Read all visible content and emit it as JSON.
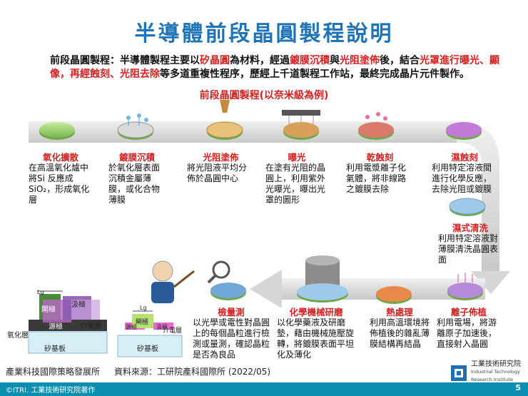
{
  "title": "半導體前段晶圓製程說明",
  "intro": {
    "p1": "前段晶圓製程：半導體製程主要以",
    "h1": "矽晶圓",
    "p2": "為材料，經過",
    "h2": "鍍膜沉積",
    "p3": "與",
    "h3": "光阻塗佈",
    "p4": "後，結合",
    "h4": "光罩進行曝光、顯像",
    "p5": "，",
    "h5": "再經蝕刻、光阻去除",
    "p6": "等多道重複性程序，歷經上千道製程工作站，最終完成晶片元件製作。"
  },
  "subtitle": "前段晶圓製程(以奈米級為例)",
  "steps": [
    {
      "name": "氧化擴散",
      "desc": "在高溫氧化爐中將Si 反應成SiO₂，形成氧化層"
    },
    {
      "name": "鍍膜沉積",
      "desc": "於氧化層表面沉積金屬薄膜，或化合物薄膜"
    },
    {
      "name": "光阻塗佈",
      "desc": "將光阻液平均分佈於晶圓中心"
    },
    {
      "name": "曝光",
      "desc": "在塗有光阻的晶圓上，利用紫外光曝光，曝出光罩的圖形"
    },
    {
      "name": "乾蝕刻",
      "desc": "利用電漿離子化氣體，將非線路之鍍膜去除"
    },
    {
      "name": "濕蝕刻",
      "desc": "利用特定溶液間進行化學反應，去除光阻或鍍膜"
    },
    {
      "name": "濕式清洗",
      "desc": "利用特定溶液對薄膜清洗晶圓表面"
    },
    {
      "name": "離子佈植",
      "desc": "利用電場，將游離原子加速後，直接射入晶圓"
    },
    {
      "name": "熱處理",
      "desc": "利用高溫環境將佈植後的雜亂薄膜結構再結晶"
    },
    {
      "name": "化學機械研磨",
      "desc": "以化學藥液及研磨墊，藉由機械施壓旋轉，將鍍膜表面平坦化及薄化"
    },
    {
      "name": "檢量測",
      "desc": "以光學或電性對晶圓上的每個晶粒進行檢測或量測，確認晶粒是否為良品"
    }
  ],
  "transistor": {
    "lg": "Lg",
    "gate": "閘極",
    "source": "源極",
    "drain": "汲極",
    "dielectric": "介電層",
    "oxide": "氧化層",
    "substrate": "矽基板"
  },
  "transistor2": {
    "lg": "Lg",
    "gate": "閘極",
    "dielectric": "介電層",
    "source": "源極",
    "drain": "汲極",
    "substrate": "矽基板"
  },
  "source_org": "產業科技國際策略發展所",
  "source_ref": "資料來源：工研院產科國際所 (2022/05)",
  "logo": {
    "name": "工業技術研究院",
    "en1": "Industrial Technology",
    "en2": "Research Institute"
  },
  "copyright": "©ITRI. 工業技術研究院著作",
  "page_number": "5",
  "colors": {
    "title": "#1f73b7",
    "highlight": "#d52020",
    "footer": "#0b8fb0",
    "arrow": "#dcdcdc",
    "wafer": "#9fd27a"
  }
}
